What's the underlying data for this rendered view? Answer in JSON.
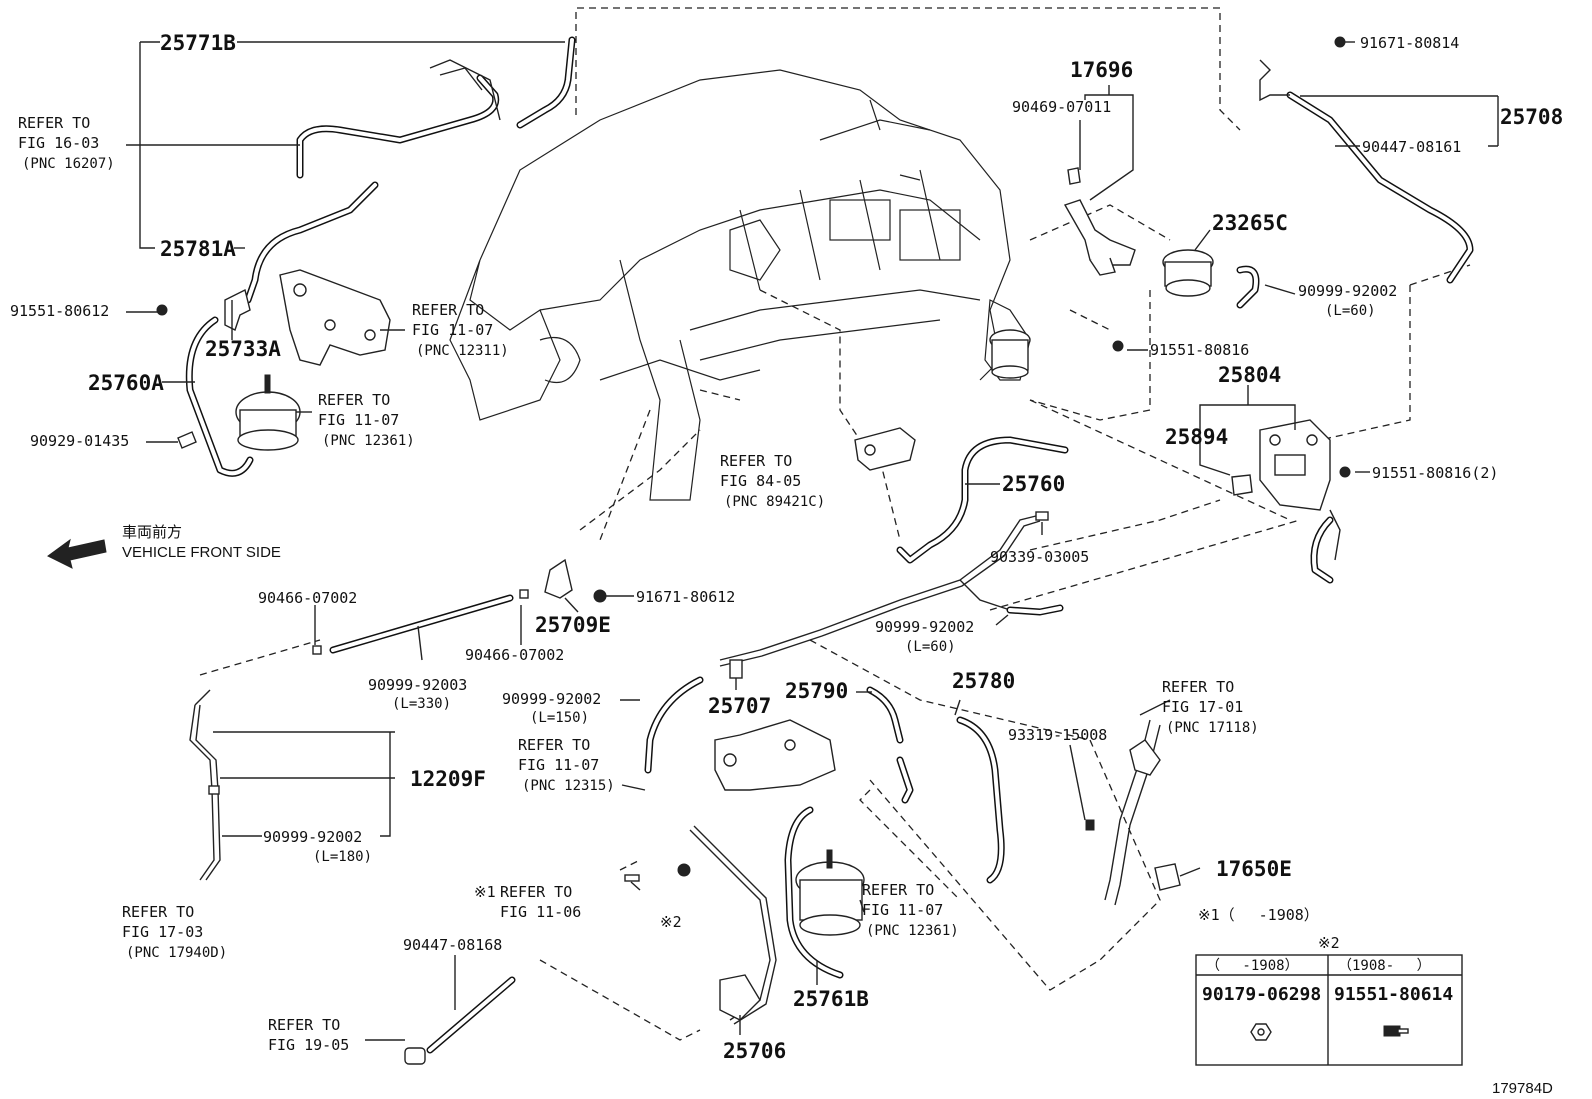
{
  "parts": {
    "p25771B": "25771B",
    "p25781A": "25781A",
    "p91551_80612": "91551-80612",
    "p25733A": "25733A",
    "p25760A": "25760A",
    "p90929_01435": "90929-01435",
    "p17696": "17696",
    "p90469_07011": "90469-07011",
    "p23265C": "23265C",
    "p90999_92002_top": "90999-92002",
    "l60_top": "(L=60)",
    "p91551_80816": "91551-80816",
    "p25804": "25804",
    "p25894": "25894",
    "p91551_80816_2": "91551-80816(2)",
    "p91671_80814": "91671-80814",
    "p25708": "25708",
    "p90447_08161": "90447-08161",
    "p25760": "25760",
    "p90339_03005": "90339-03005",
    "p90999_92002_mid": "90999-92002",
    "l60_mid": "(L=60)",
    "p90466_07002_a": "90466-07002",
    "p90466_07002_b": "90466-07002",
    "p25709E": "25709E",
    "p91671_80612": "91671-80612",
    "p90999_92003": "90999-92003",
    "l330": "(L=330)",
    "p90999_92002_150": "90999-92002",
    "l150": "(L=150)",
    "p25707": "25707",
    "p25790": "25790",
    "p25780": "25780",
    "p93319_15008": "93319-15008",
    "p12209F": "12209F",
    "p90999_92002_180": "90999-92002",
    "l180": "(L=180)",
    "p17650E": "17650E",
    "p25761B": "25761B",
    "p25706": "25706",
    "p90447_08168": "90447-08168"
  },
  "refers": {
    "r16_03": [
      "REFER TO",
      "FIG 16-03",
      "(PNC 16207)"
    ],
    "r11_07_a": [
      "REFER TO",
      "FIG 11-07",
      "(PNC 12311)"
    ],
    "r11_07_b": [
      "REFER TO",
      "FIG 11-07",
      "(PNC 12361)"
    ],
    "r84_05": [
      "REFER TO",
      "FIG 84-05",
      "(PNC 89421C)"
    ],
    "r17_01": [
      "REFER TO",
      "FIG 17-01",
      "(PNC 17118)"
    ],
    "r11_07_c": [
      "REFER TO",
      "FIG 11-07",
      "(PNC 12315)"
    ],
    "r17_03": [
      "REFER TO",
      "FIG 17-03",
      "(PNC 17940D)"
    ],
    "r11_06": [
      "REFER TO",
      "FIG 11-06"
    ],
    "r11_07_d": [
      "REFER TO",
      "FIG 11-07",
      "(PNC 12361)"
    ],
    "r19_05": [
      "REFER TO",
      "FIG 19-05"
    ]
  },
  "direction": {
    "jp": "車両前方",
    "en": "VEHICLE FRONT SIDE"
  },
  "notes": {
    "mark1": "※1",
    "mark2": "※2",
    "note1": "※1（　 -1908）",
    "note2": "※2"
  },
  "table": {
    "col1_header": "（　 -1908）",
    "col2_header": "（1908-　 ）",
    "col1_part": "90179-06298",
    "col2_part": "91551-80614"
  },
  "figure_id": "179784D"
}
